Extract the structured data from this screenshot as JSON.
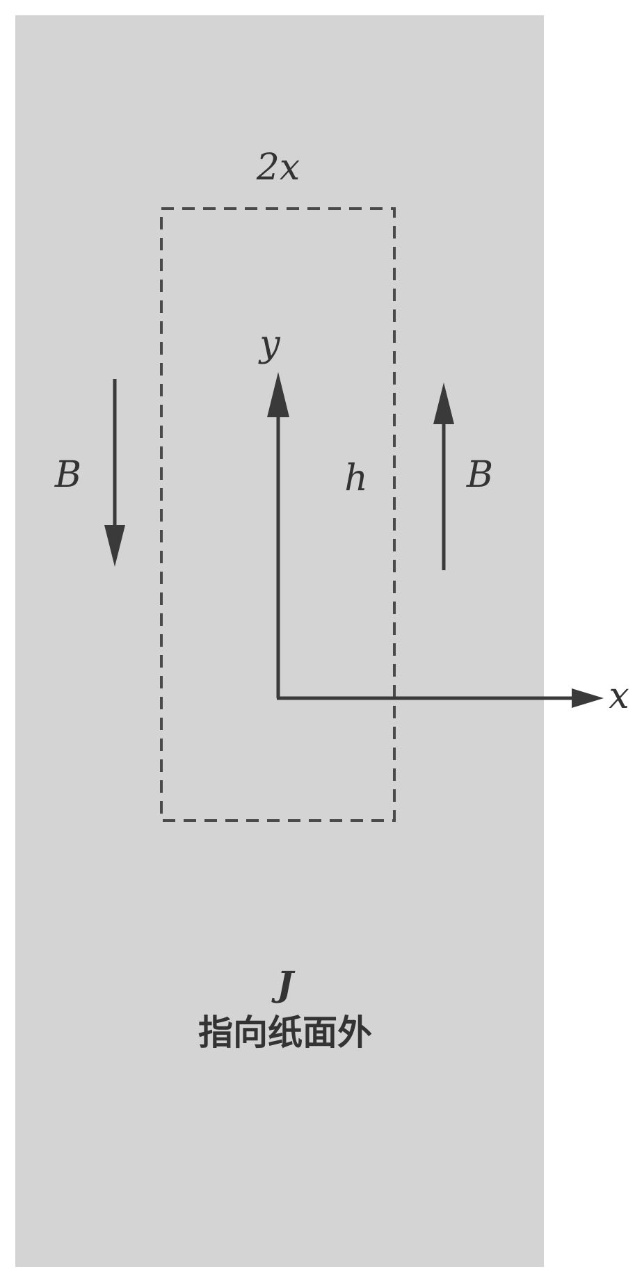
{
  "labels": {
    "width": "2x",
    "y_axis": "y",
    "x_axis": "x",
    "height": "h",
    "field_left": "B",
    "field_right": "B",
    "current_symbol": "J",
    "current_direction": "指向纸面外"
  }
}
